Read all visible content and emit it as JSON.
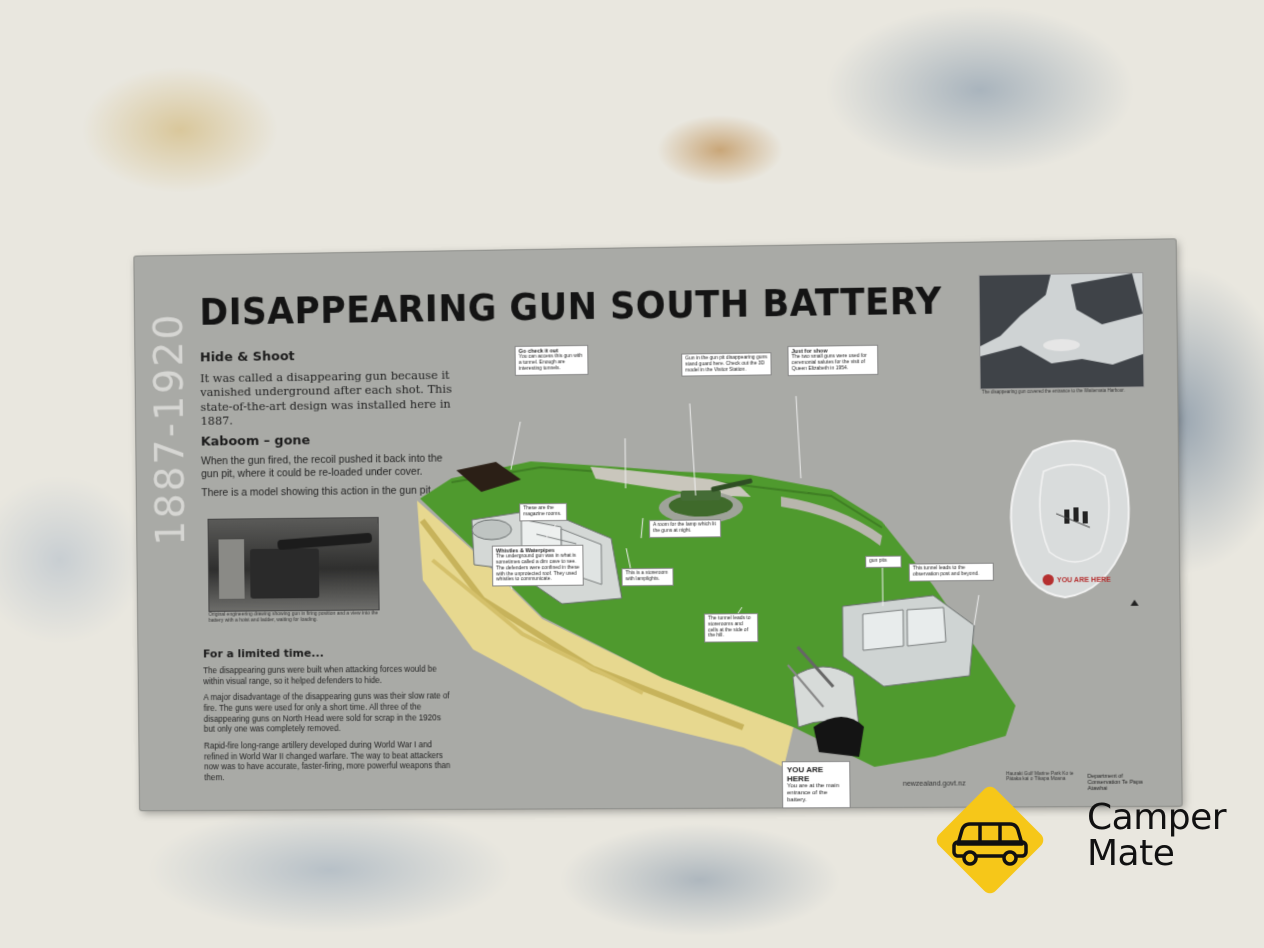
{
  "sign": {
    "years": "1887-1920",
    "title": "DISAPPEARING GUN SOUTH BATTERY",
    "hide_shoot": {
      "heading": "Hide & Shoot",
      "body": "It was called a disappearing gun because it vanished underground after each shot. This state-of-the-art design was installed here in 1887."
    },
    "kaboom": {
      "heading": "Kaboom – gone",
      "body1": "When the gun fired, the recoil pushed it back into the gun pit, where it could be re-loaded under cover.",
      "body2": "There is a model showing this action in the gun pit."
    },
    "photo_caption": "Original engineering drawing showing gun in firing position and a view into the battery with a hoist and ladder, waiting for loading.",
    "limited": {
      "heading": "For a limited time...",
      "p1": "The disappearing guns were built when attacking forces would be within visual range, so it helped defenders to hide.",
      "p2": "A major disadvantage of the disappearing guns was their slow rate of fire. The guns were used for only a short time. All three of the disappearing guns on North Head were sold for scrap in the 1920s but only one was completely removed.",
      "p3": "Rapid-fire long-range artillery developed during World War I and refined in World War II changed warfare. The way to beat attackers now was to have accurate, faster-firing, more powerful weapons than them."
    },
    "callouts": {
      "check_it_out": {
        "title": "Go check it out",
        "body": "You can access this gun with a tunnel. Enough are interesting tunnels."
      },
      "gun_pit": {
        "title": "",
        "body": "Gun in the gun pit disappearing guns stand guard here. Check out the 3D model in the Visitor Station."
      },
      "just_for_show": {
        "title": "Just for show",
        "body": "The two small guns were used for ceremonial salutes for the visit of Queen Elizabeth in 1954."
      },
      "rooms": {
        "title": "",
        "body": "These are the magazine rooms."
      },
      "whistles": {
        "title": "Whistles & Waterpipes",
        "body": "The underground gun was in what is sometimes called a dim cave to see. The defenders were confined in these with the unprotected roof. They used whistles to communicate."
      },
      "stores": {
        "title": "",
        "body": "This is a storeroom with lamplights."
      },
      "lamp": {
        "title": "",
        "body": "A room for the lamp which lit the guns at night."
      },
      "tunnel": {
        "title": "",
        "body": "The tunnel leads to storerooms and cells at the side of the hill."
      },
      "gun_pits": {
        "title": "",
        "body": "gun pits"
      },
      "tunnel_leads": {
        "title": "",
        "body": "This tunnel leads to the observation post and beyond."
      },
      "you_are_here": {
        "title": "YOU ARE HERE",
        "body": "You are at the main entrance of the battery."
      }
    },
    "map_caption": "The disappearing gun covered the entrance to the Waitemata Harbour.",
    "you_are_here_map": "YOU ARE HERE",
    "footer_url": "newzealand.govt.nz",
    "logo1": "Hauraki Gulf Marine Park Ko te Pātaka kai o Tīkapa Moana",
    "doc_logo": "Department of Conservation Te Papa Atawhai"
  },
  "watermark": {
    "brand_line1": "Camper",
    "brand_line2": "Mate",
    "accent_color": "#f6c719",
    "icon": "car-icon"
  }
}
